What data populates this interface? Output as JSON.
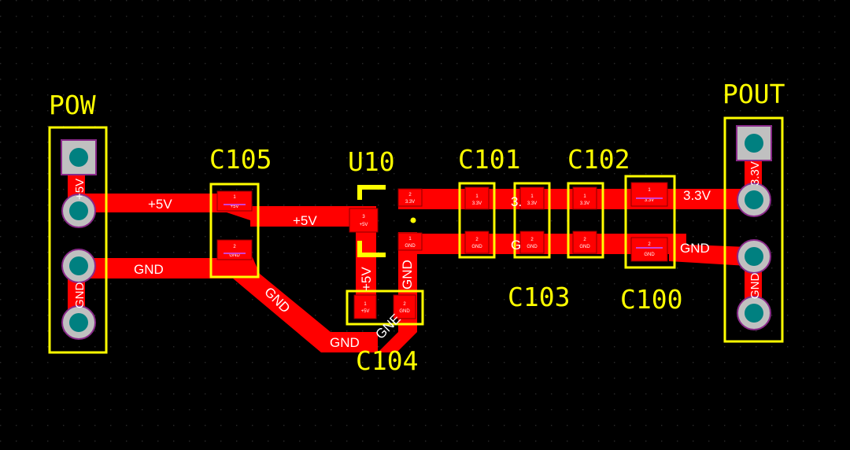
{
  "designators": {
    "pow": "POW",
    "pout": "POUT",
    "c105": "C105",
    "u10": "U10",
    "c101": "C101",
    "c102": "C102",
    "c103": "C103",
    "c100": "C100",
    "c104": "C104"
  },
  "nets": {
    "v5": "+5V",
    "gnd": "GND",
    "v33": "3.3V",
    "gnd_partial": "GNE",
    "v33_partial": "3.",
    "gnd_short": "G"
  },
  "pad_numbers": {
    "p1": "1",
    "p2": "2",
    "p3": "3"
  },
  "pad_labels": {
    "v5": "+5V",
    "gnd": "GND",
    "v33": "3.3V"
  },
  "colors": {
    "background": "#000000",
    "copper": "#ff0000",
    "silkscreen": "#ffff00",
    "pad_hole": "#008080",
    "pad_ring": "#c0c0c0",
    "net_label": "#ffffff"
  }
}
